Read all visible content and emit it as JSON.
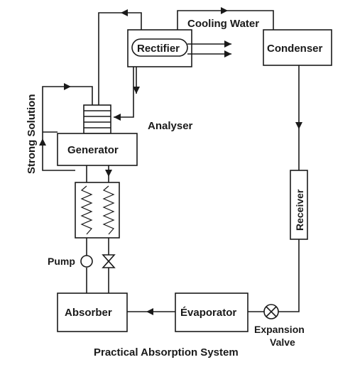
{
  "diagram": {
    "caption": "Practical Absorption System",
    "labels": {
      "cooling_water": "Cooling Water",
      "rectifier": "Rectifier",
      "condenser": "Condenser",
      "strong_solution": "Strong Solution",
      "analyser": "Analyser",
      "generator": "Generator",
      "receiver": "Receiver",
      "pump": "Pump",
      "absorber": "Absorber",
      "evaporator": "Évaporator",
      "expansion_line1": "Expansion",
      "expansion_line2": "Valve"
    }
  }
}
